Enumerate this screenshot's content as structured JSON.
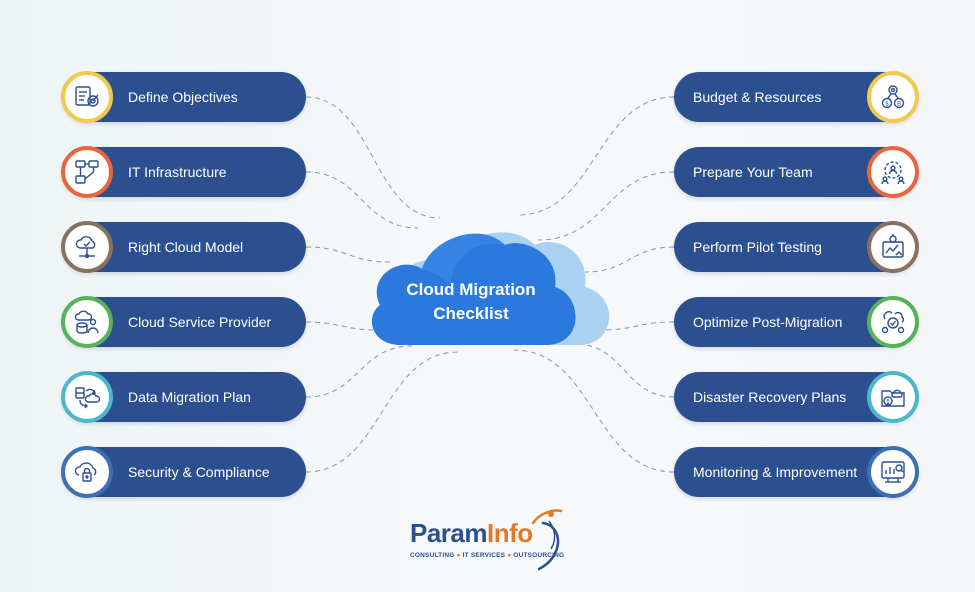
{
  "center": {
    "line1": "Cloud Migration",
    "line2": "Checklist"
  },
  "left_items": [
    {
      "label": "Define Objectives",
      "icon": "target-document-icon",
      "ring": "#f2c94c"
    },
    {
      "label": "IT Infrastructure",
      "icon": "network-infrastructure-icon",
      "ring": "#e8663d"
    },
    {
      "label": "Right Cloud Model",
      "icon": "cloud-network-icon",
      "ring": "#8a7060"
    },
    {
      "label": "Cloud Service Provider",
      "icon": "cloud-provider-icon",
      "ring": "#56b35a"
    },
    {
      "label": "Data Migration Plan",
      "icon": "data-migration-icon",
      "ring": "#4bb7c8"
    },
    {
      "label": "Security & Compliance",
      "icon": "cloud-security-icon",
      "ring": "#3d6fb5"
    }
  ],
  "right_items": [
    {
      "label": "Budget & Resources",
      "icon": "budget-icon",
      "ring": "#f2c94c"
    },
    {
      "label": "Prepare Your Team",
      "icon": "team-gear-icon",
      "ring": "#e8663d"
    },
    {
      "label": "Perform Pilot Testing",
      "icon": "pilot-testing-icon",
      "ring": "#8a7060"
    },
    {
      "label": "Optimize Post-Migration",
      "icon": "optimize-icon",
      "ring": "#56b35a"
    },
    {
      "label": "Disaster Recovery Plans",
      "icon": "disaster-recovery-icon",
      "ring": "#4bb7c8"
    },
    {
      "label": "Monitoring & Improvement",
      "icon": "monitoring-icon",
      "ring": "#3d6fb5"
    }
  ],
  "logo": {
    "param": "Param",
    "info": "Info",
    "tag1": "CONSULTING",
    "tag2": "IT SERVICES",
    "tag3": "OUTSOURCING"
  },
  "colors": {
    "pill": "#2c4f8f",
    "cloud_front": "#2b79dc",
    "cloud_back": "#a9d2f2",
    "accent": "#e07a27"
  }
}
